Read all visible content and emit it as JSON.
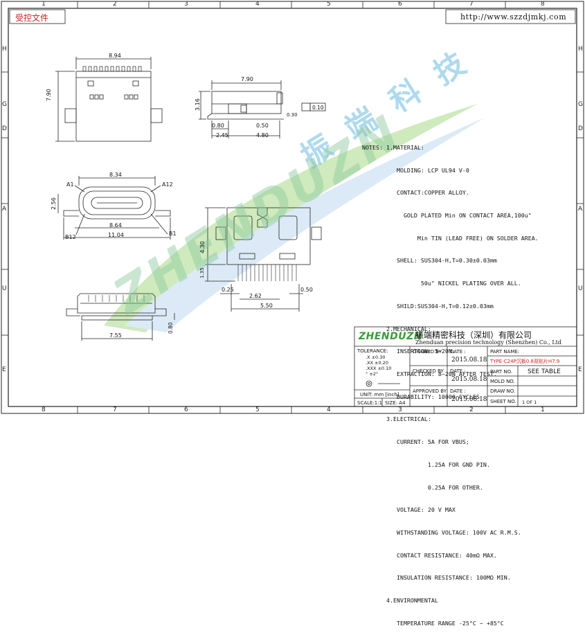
{
  "header": {
    "controlled_file": "受控文件",
    "url": "http://www.szzdjmkj.com"
  },
  "zones": {
    "columns_top": [
      "1",
      "2",
      "3",
      "4",
      "5",
      "6",
      "7",
      "8"
    ],
    "columns_bottom": [
      "8",
      "7",
      "6",
      "5",
      "4",
      "3",
      "2",
      "1"
    ],
    "rows": [
      "H",
      "G",
      "D",
      "A",
      "U",
      "E"
    ]
  },
  "watermark": {
    "chinese": "振 端 科 技",
    "latin": "ZHENDUZN"
  },
  "dims": {
    "top_width": "8.94",
    "top_height": "7.90",
    "side_width": "7.90",
    "side_height": "3.16",
    "side_030": "0.30",
    "side_080": "0.80",
    "side_050": "0.50",
    "side_245": "2.45",
    "side_480": "4.80",
    "flatness": "0.10",
    "front_width": "8.34",
    "front_height": "2.56",
    "front_pitch": "8.64",
    "front_total": "11.04",
    "label_a1": "A1",
    "label_a12": "A12",
    "label_b12": "B12",
    "label_b1": "B1",
    "pad_height": "4.30",
    "pad_135": "1.35",
    "pad_025": "0.25",
    "pad_262": "2.62",
    "pad_050": "0.50",
    "pad_550": "5.50",
    "bottom_width": "7.55",
    "bottom_080": "0.80"
  },
  "notes": [
    "NOTES: 1.MATERIAL:",
    "          MOLDING: LCP UL94 V-0",
    "          CONTACT:COPPER ALLOY.",
    "            GOLD PLATED Min ON CONTACT AREA,100u\"",
    "                Min TIN (LEAD FREE) ON SOLDER AREA.",
    "          SHELL: SUS304-H,T=0.30±0.03mm",
    "                 50u\" NICKEL PLATING OVER ALL.",
    "          SHILD:SUS304-H,T=0.12±0.03mm",
    "       2.MECHANICAL:",
    "          INSERTION: 5~20N.",
    "          EXTRACTION: 8~20N AFTER TEST.",
    "          DURABILITY: 10000 CYCLES",
    "       3.ELECTRICAL:",
    "          CURRENT: 5A FOR VBUS;",
    "                   1.25A FOR GND PIN.",
    "                   0.25A FOR OTHER.",
    "          VOLTAGE: 20 V MAX",
    "          WITHSTANDING VOLTAGE: 100V AC R.M.S.",
    "          CONTACT RESISTANCE: 40mΩ MAX.",
    "          INSULATION RESISTANCE: 100MΩ MIN.",
    "       4.ENVIRONMENTAL",
    "          TEMPERATURE RANGE -25°C ~ +85°C"
  ],
  "title_block": {
    "logo": "ZHENDUZN",
    "company_cn": "振端精密科技（深圳）有限公司",
    "company_en": "Zhenduan precision technology (Shenzhen) Co., Ltd",
    "tolerance_label": "TOLERANCE:",
    "tolerance_rows": [
      ".X  ±0.30",
      ".XX ±0.20",
      ".XXX ±0.10",
      "°   ±2°"
    ],
    "unit_label": "UNIT: mm [inch]",
    "scale_label": "SCALE:1:1",
    "size_label": "SIZE: A4",
    "drawn_by": "DRAWED BY",
    "checked_by": "CHECKED BY",
    "approved_by": "APPROVED BY",
    "date_label": "DATE :",
    "date_1": "2015.08.18",
    "date_2": "2015.08.18",
    "date_3": "2015.08.18",
    "part_name_label": "PART NAME:",
    "part_name": "TYPE-C24P沉板0.8双贴片H7.9",
    "part_no_label": "PART NO.",
    "part_no": "SEE TABLE",
    "mold_no_label": "MOLD NO.",
    "draw_no_label": "DRAW NO.",
    "sheet_no_label": "SHEET NO.",
    "sheet_no": "1 OF 1"
  }
}
